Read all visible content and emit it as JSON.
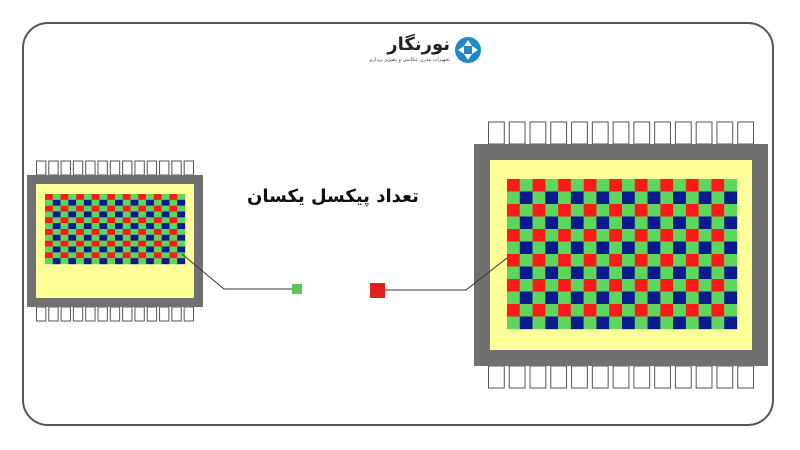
{
  "logo": {
    "name": "نورنگار",
    "tagline": "تجهیزات مدرن عکاسی و تصویر برداری",
    "icon": "aperture-icon",
    "color": "#1e88c8"
  },
  "caption": "تعداد پیکسل یکسان",
  "colors": {
    "red": "#ff1a1a",
    "green": "#5cd65c",
    "blue": "#0a1a8c",
    "filter_border": "#ffff99",
    "package": "#707070",
    "pin_outline": "#555555",
    "small_pixel": "#5cc45c",
    "large_pixel": "#e02020"
  },
  "sensors": {
    "small": {
      "cols": 18,
      "rows": 12,
      "pins_per_side": 13
    },
    "large": {
      "cols": 18,
      "rows": 12,
      "pins_per_side": 13
    }
  }
}
